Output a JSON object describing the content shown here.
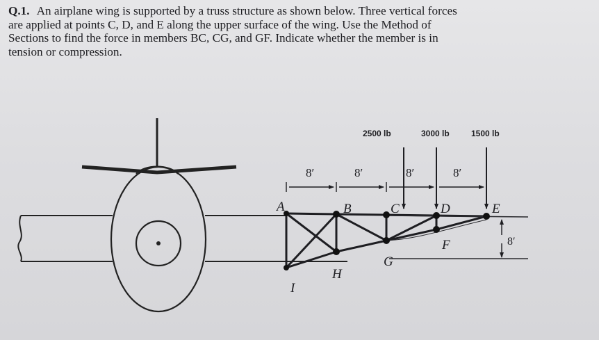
{
  "question": {
    "number": "Q.1.",
    "lines": [
      "An airplane wing is supported by a truss structure as shown below.  Three vertical forces",
      "are applied at points C, D, and E along the upper surface of the wing.  Use the Method of",
      "Sections to find the force in members BC, CG, and GF. Indicate whether the member is in",
      "tension or compression."
    ]
  },
  "figure": {
    "forces": [
      "2500 lb",
      "3000 lb",
      "1500 lb"
    ],
    "spans": [
      "8′",
      "8′",
      "8′",
      "8′"
    ],
    "height": "8′",
    "nodes": {
      "A": "A",
      "B": "B",
      "C": "C",
      "D": "D",
      "E": "E",
      "F": "F",
      "G": "G",
      "H": "H",
      "I": "I"
    }
  }
}
